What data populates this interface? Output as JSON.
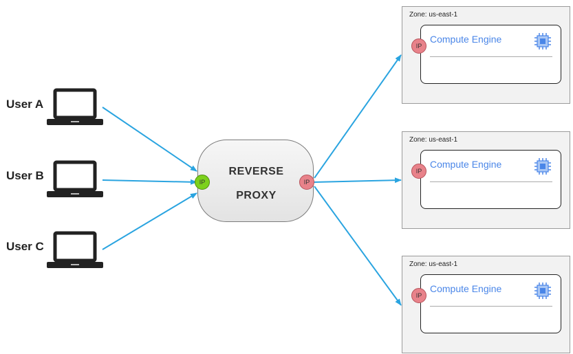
{
  "users": [
    {
      "label": "User A"
    },
    {
      "label": "User B"
    },
    {
      "label": "User C"
    }
  ],
  "proxy": {
    "line1": "REVERSE",
    "line2": "PROXY",
    "ingress_ip": "IP",
    "egress_ip": "IP"
  },
  "zones": [
    {
      "label": "Zone: us-east-1",
      "engine_title": "Compute Engine",
      "ip": "IP"
    },
    {
      "label": "Zone: us-east-1",
      "engine_title": "Compute Engine",
      "ip": "IP"
    },
    {
      "label": "Zone: us-east-1",
      "engine_title": "Compute Engine",
      "ip": "IP"
    }
  ],
  "icons": {
    "user_device": "laptop-icon",
    "engine": "compute-engine-chip-icon"
  },
  "colors": {
    "arrow": "#2aa4e0",
    "ip_ingress": "#7cd11c",
    "ip_egress": "#e8828a",
    "engine_title": "#4a86e8",
    "chip": "#4a86e8"
  }
}
